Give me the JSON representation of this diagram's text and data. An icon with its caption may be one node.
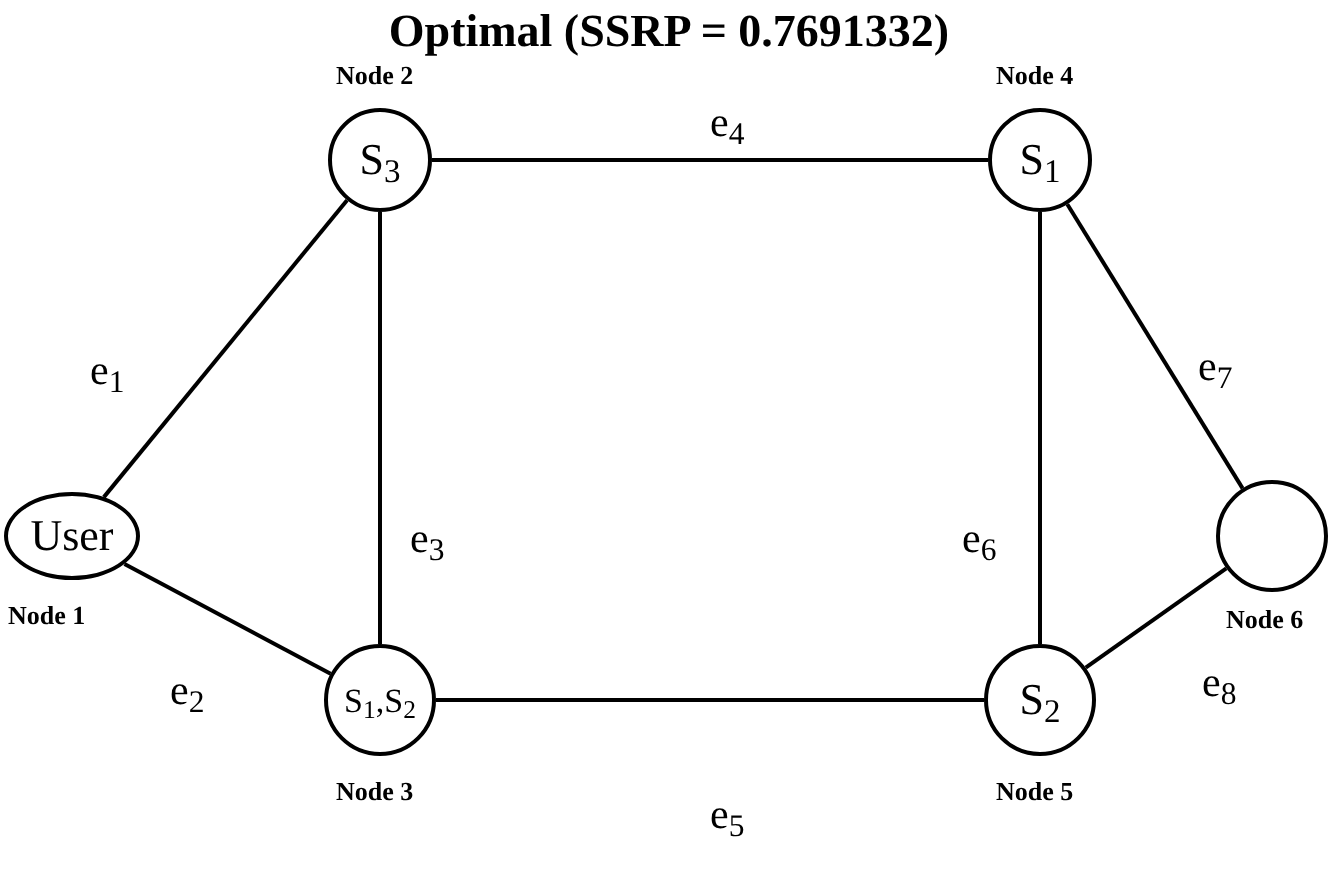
{
  "diagram": {
    "title": "Optimal (SSRP = 0.7691332)",
    "nodes": [
      {
        "text": [
          "User"
        ],
        "beside": [
          "Node 1"
        ]
      },
      {
        "text": [
          "S$_{3}$"
        ],
        "beside": [
          "Node 2"
        ]
      },
      {
        "text": [
          "S$_{1}$,S$_{2}$"
        ],
        "beside": [
          "Node 3"
        ]
      },
      {
        "text": [
          "S$_{1}$"
        ],
        "beside": [
          "Node 4"
        ]
      },
      {
        "text": [
          "S$_{2}$"
        ],
        "beside": [
          "Node 5"
        ]
      },
      {
        "text": [],
        "shape": "circle",
        "beside": [
          "Node 6"
        ]
      }
    ],
    "edges": [
      {
        "from": 0,
        "to": 1,
        "arrow": "none",
        "label": "e$_{1}$"
      },
      {
        "from": 0,
        "to": 2,
        "arrow": "none",
        "label": "e$_{2}$"
      },
      {
        "from": 1,
        "to": 2,
        "arrow": "none",
        "label": "e$_{3}$"
      },
      {
        "from": 1,
        "to": 3,
        "arrow": "none",
        "label": "e$_{4}$"
      },
      {
        "from": 2,
        "to": 4,
        "arrow": "none",
        "label": "e$_{5}$"
      },
      {
        "from": 3,
        "to": 4,
        "arrow": "none",
        "label": "e$_{6}$"
      },
      {
        "from": 3,
        "to": 5,
        "arrow": "none",
        "label": "e$_{7}$"
      },
      {
        "from": 4,
        "to": 5,
        "arrow": "none",
        "label": "e$_{8}$"
      }
    ]
  }
}
